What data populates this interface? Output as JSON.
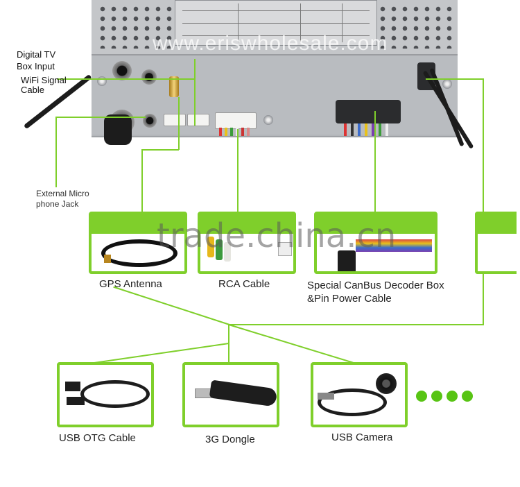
{
  "labels": {
    "digital_tv": "Digital TV",
    "box_input": "Box Input",
    "wifi_line1": "WiFi Signal",
    "wifi_line2": "Cable",
    "mic_line1": "External Micro",
    "mic_line2": "phone Jack"
  },
  "watermarks": {
    "top": "www.eriswholesale.com",
    "middle": "trade.china.cn"
  },
  "accessories_row1": [
    {
      "caption": "GPS Antenna"
    },
    {
      "caption": "RCA Cable"
    },
    {
      "caption_line1": "Special CanBus Decoder Box",
      "caption_line2": "&Pin Power Cable"
    }
  ],
  "accessories_row2": [
    {
      "caption": "USB OTG Cable"
    },
    {
      "caption": "3G Dongle"
    },
    {
      "caption": "USB Camera"
    }
  ],
  "colors": {
    "accent": "#7fcf2b",
    "dots": "#58c414"
  }
}
